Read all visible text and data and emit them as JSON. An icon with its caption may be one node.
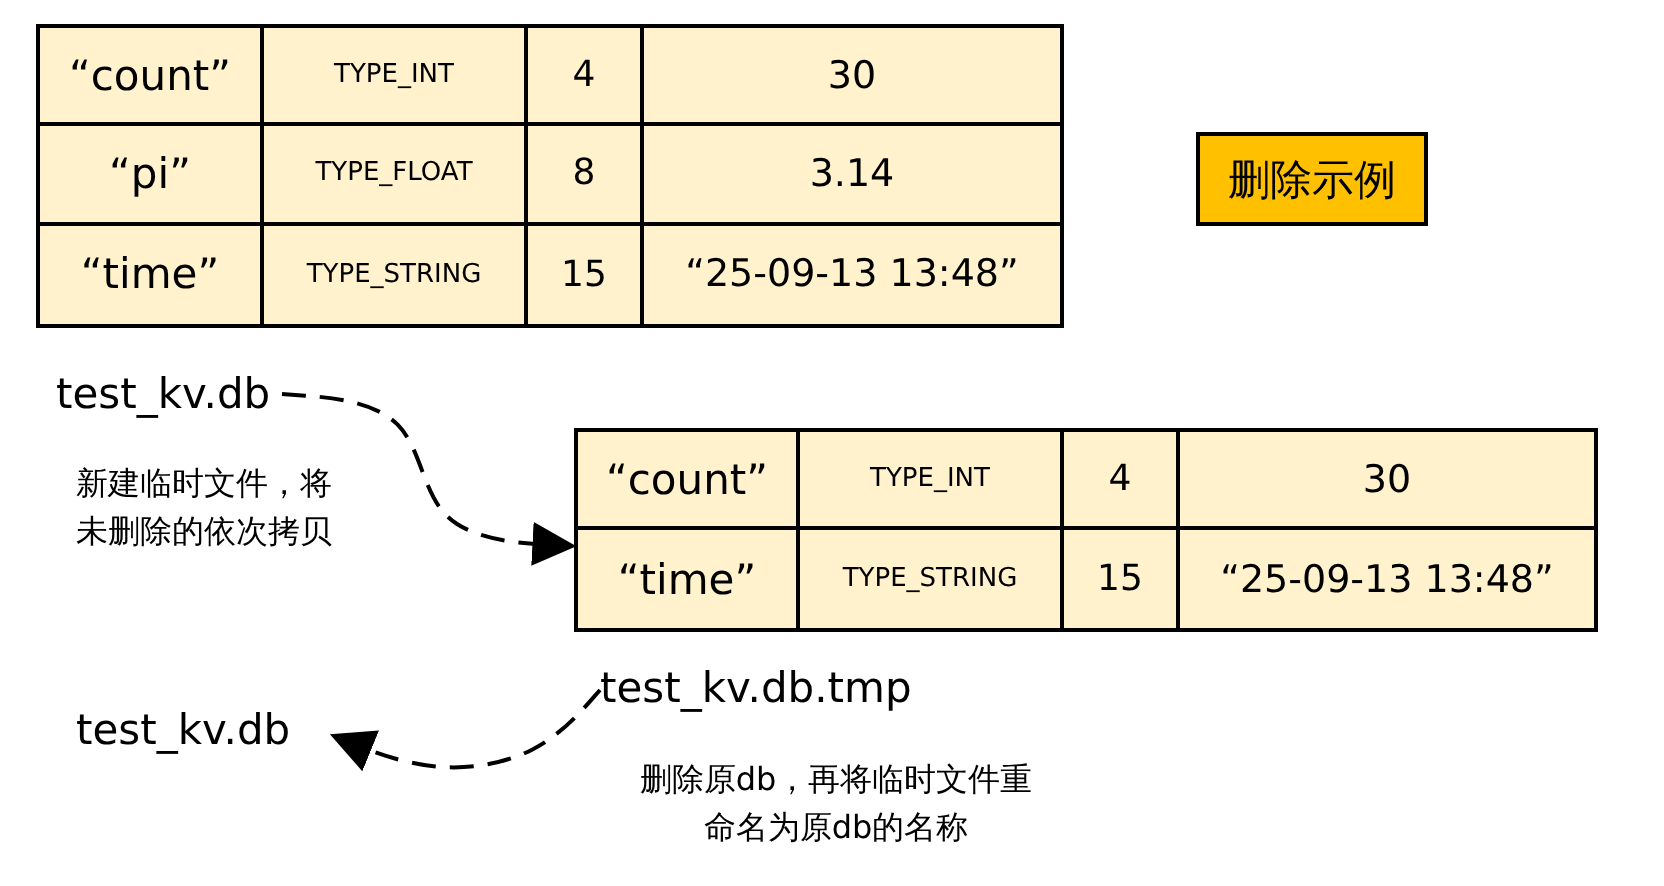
{
  "diagram": {
    "nodes": [
      {
        "text": [
          "“count”",
          "TYPE_INT",
          "4",
          "30",
          "“pi”",
          "TYPE_FLOAT",
          "8",
          "3.14",
          "“time”",
          "TYPE_STRING",
          "15",
          "“25-09-13 13:48”"
        ]
      },
      {
        "text": [
          "删除示例"
        ]
      },
      {
        "text": [
          "test_kv.db"
        ]
      },
      {
        "text": [
          "“count”",
          "TYPE_INT",
          "4",
          "30",
          "“time”",
          "TYPE_STRING",
          "15",
          "“25-09-13 13:48”"
        ]
      },
      {
        "text": [
          "test_kv.db.tmp"
        ]
      },
      {
        "text": [
          "test_kv.db"
        ]
      }
    ],
    "edges": [
      {
        "from": 2,
        "to": 3,
        "arrow": "to",
        "style": "dashed"
      },
      {
        "from": 4,
        "to": 5,
        "arrow": "to",
        "style": "dashed"
      }
    ],
    "labels": [
      "新建临时文件，将未删除的依次拷贝",
      "删除原db，再将临时文件重命名为原db的名称"
    ]
  }
}
